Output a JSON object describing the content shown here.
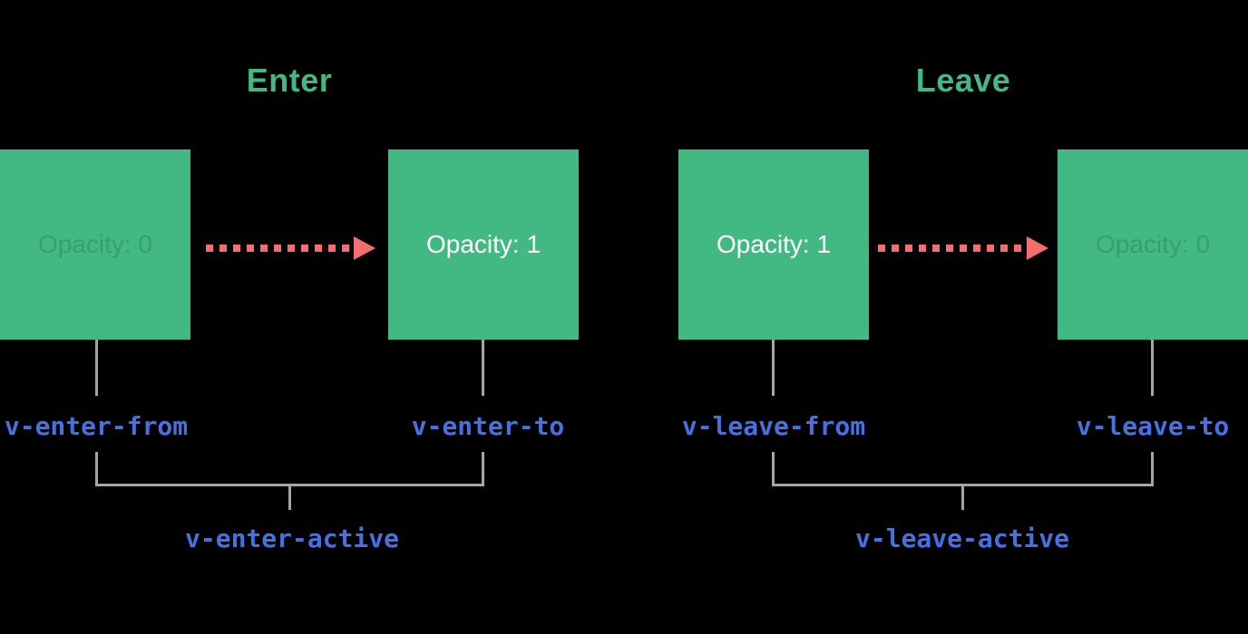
{
  "diagram": "vue-transition-classes",
  "colors": {
    "background": "#000000",
    "box_green": "#42b883",
    "title_green": "#42b883",
    "arrow_red": "#f66d6d",
    "class_label_blue": "#4671e6",
    "connector_gray": "#a5a5a5",
    "box_text_solid": "#ffffff",
    "box_text_faded": "rgba(0,0,0,0.14)"
  },
  "sections": [
    {
      "id": "enter",
      "title": "Enter",
      "from_box": {
        "label": "Opacity: 0",
        "state": "faded"
      },
      "to_box": {
        "label": "Opacity: 1",
        "state": "solid"
      },
      "from_class": "v-enter-from",
      "to_class": "v-enter-to",
      "active_class": "v-enter-active"
    },
    {
      "id": "leave",
      "title": "Leave",
      "from_box": {
        "label": "Opacity: 1",
        "state": "solid"
      },
      "to_box": {
        "label": "Opacity: 0",
        "state": "faded"
      },
      "from_class": "v-leave-from",
      "to_class": "v-leave-to",
      "active_class": "v-leave-active"
    }
  ]
}
